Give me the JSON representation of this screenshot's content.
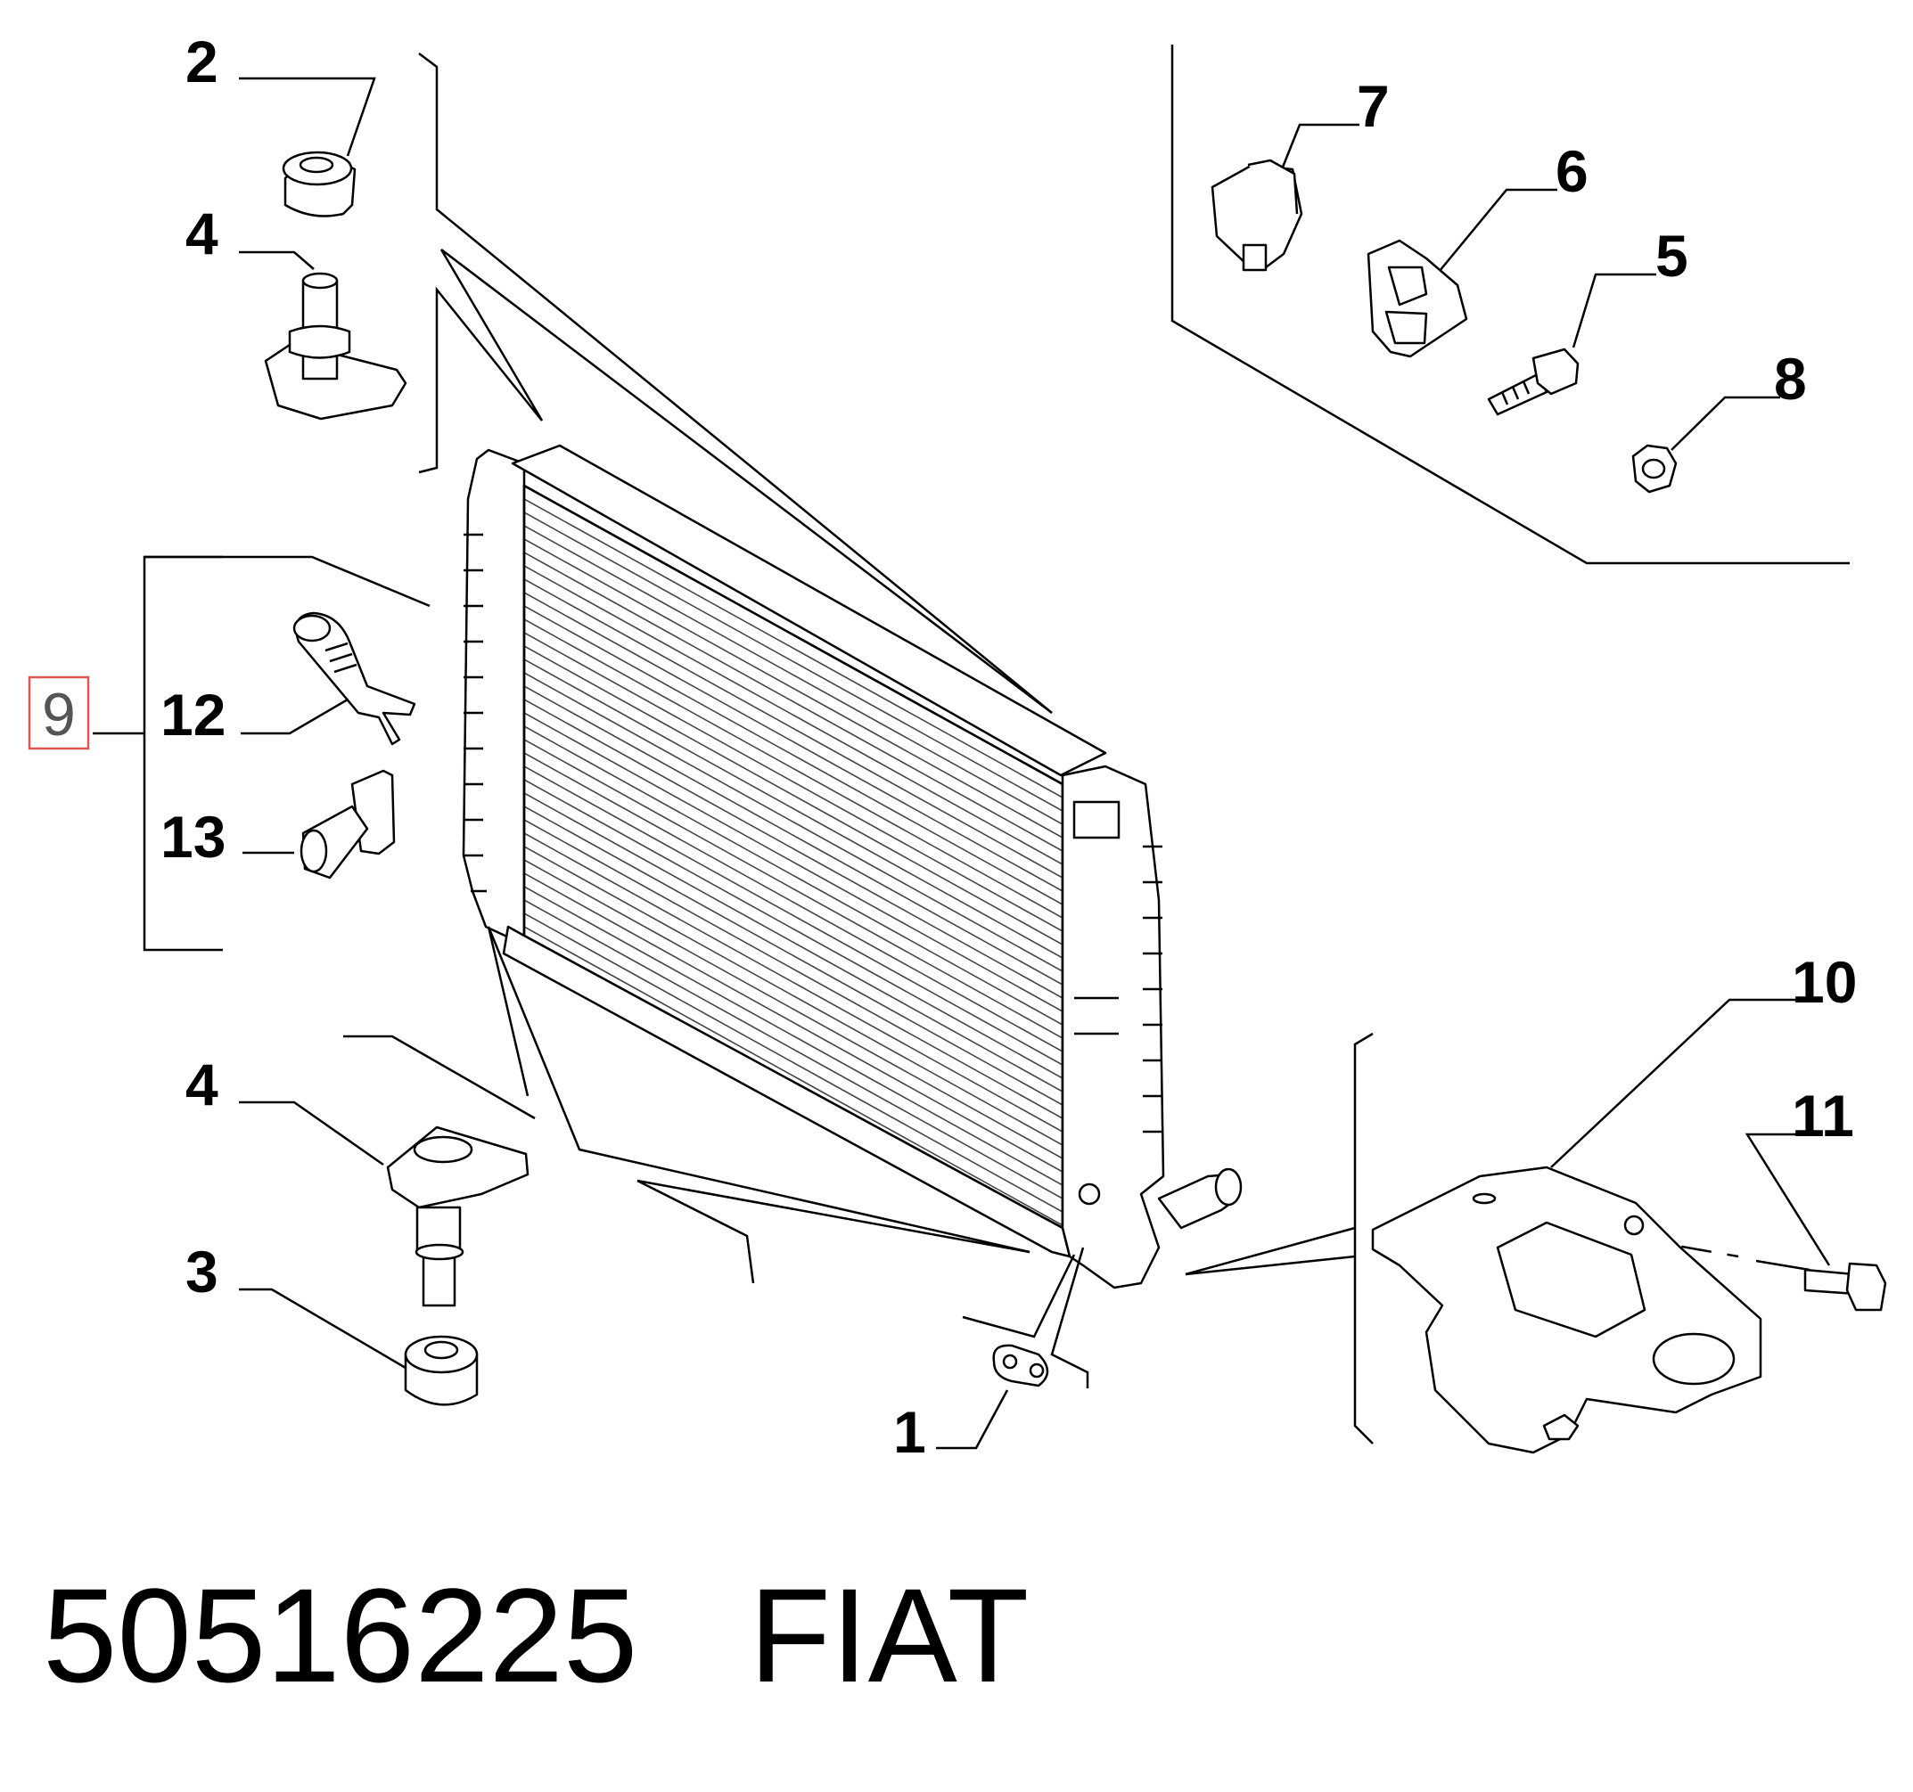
{
  "diagram": {
    "callouts": {
      "c1": "1",
      "c2": "2",
      "c3": "3",
      "c4a": "4",
      "c4b": "4",
      "c5": "5",
      "c6": "6",
      "c7": "7",
      "c8": "8",
      "c9": "9",
      "c10": "10",
      "c11": "11",
      "c12": "12",
      "c13": "13"
    },
    "highlight_color": "#e05555"
  },
  "footer": {
    "part_number": "50516225",
    "brand": "FIAT"
  }
}
